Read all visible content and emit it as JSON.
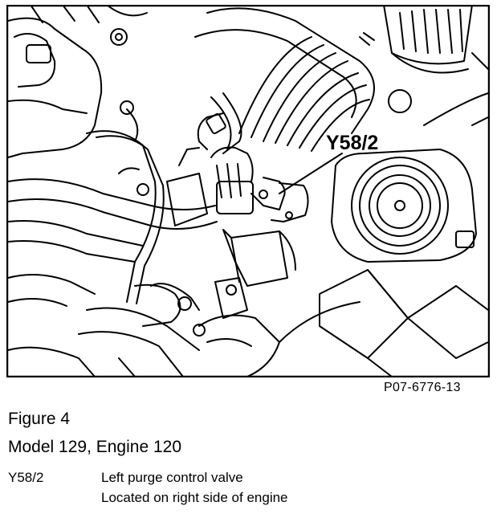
{
  "illustration": {
    "callout": "Y58/2",
    "reference_code": "P07-6776-13"
  },
  "figure": {
    "title": "Figure 4",
    "subtitle": "Model 129, Engine 120"
  },
  "legend": [
    {
      "code": "Y58/2",
      "lines": [
        "Left purge control valve",
        "Located on right side of engine"
      ]
    }
  ]
}
